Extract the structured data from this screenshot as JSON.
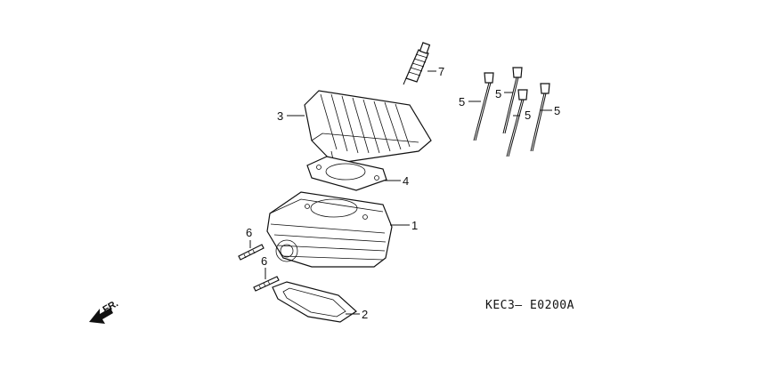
{
  "diagram": {
    "callouts": [
      {
        "id": "cylinder",
        "number": "1"
      },
      {
        "id": "base-gasket",
        "number": "2"
      },
      {
        "id": "cylinder-head",
        "number": "3"
      },
      {
        "id": "head-gasket",
        "number": "4"
      },
      {
        "id": "bolt-a",
        "number": "5"
      },
      {
        "id": "bolt-b",
        "number": "5"
      },
      {
        "id": "bolt-c",
        "number": "5"
      },
      {
        "id": "bolt-d",
        "number": "5"
      },
      {
        "id": "stud-upper",
        "number": "6"
      },
      {
        "id": "stud-lower",
        "number": "6"
      },
      {
        "id": "spark-plug",
        "number": "7"
      }
    ],
    "front_indicator": "FR.",
    "drawing_code": "KEC3— E0200A"
  }
}
